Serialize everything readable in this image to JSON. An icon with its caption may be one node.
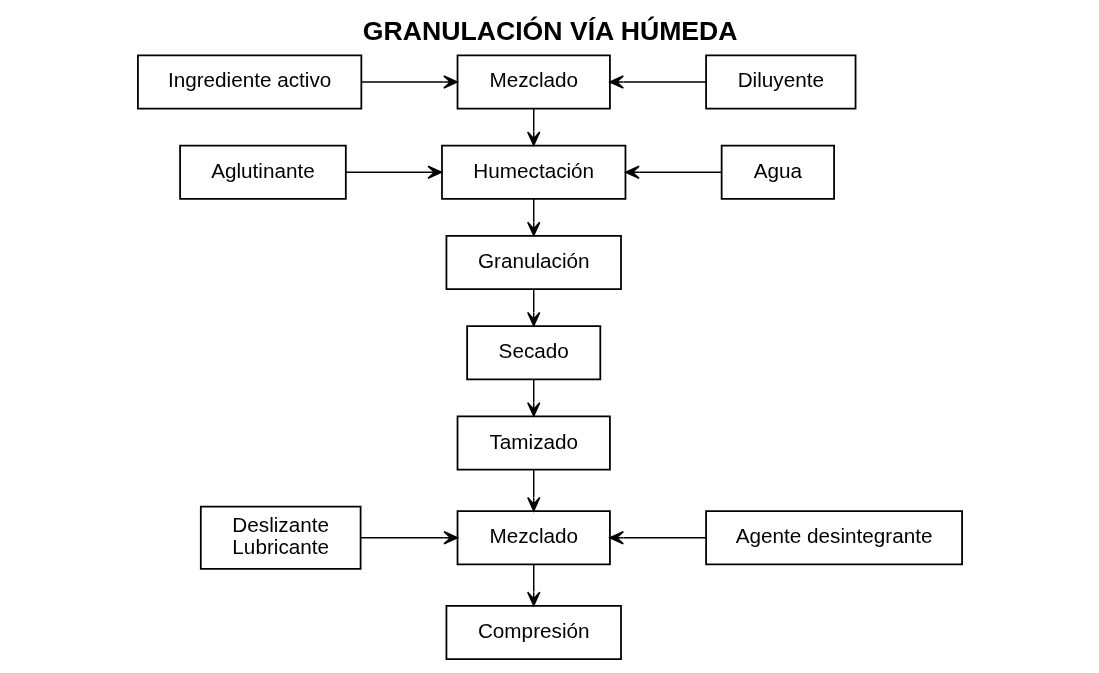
{
  "diagram": {
    "title": "GRANULACIÓN VÍA HÚMEDA",
    "nodes": [
      {
        "text": [
          "Ingrediente activo"
        ]
      },
      {
        "text": [
          "Mezclado"
        ]
      },
      {
        "text": [
          "Diluyente"
        ]
      },
      {
        "text": [
          "Aglutinante"
        ]
      },
      {
        "text": [
          "Humectación"
        ]
      },
      {
        "text": [
          "Agua"
        ]
      },
      {
        "text": [
          "Granulación"
        ]
      },
      {
        "text": [
          "Secado"
        ]
      },
      {
        "text": [
          "Tamizado"
        ]
      },
      {
        "text": [
          "Deslizante",
          "Lubricante"
        ]
      },
      {
        "text": [
          "Mezclado"
        ]
      },
      {
        "text": [
          "Agente desintegrante"
        ]
      },
      {
        "text": [
          "Compresión"
        ]
      }
    ],
    "edges": [
      {
        "from": 0,
        "to": 1,
        "arrow": "to"
      },
      {
        "from": 2,
        "to": 1,
        "arrow": "to"
      },
      {
        "from": 1,
        "to": 4,
        "arrow": "to"
      },
      {
        "from": 3,
        "to": 4,
        "arrow": "to"
      },
      {
        "from": 5,
        "to": 4,
        "arrow": "to"
      },
      {
        "from": 4,
        "to": 6,
        "arrow": "to"
      },
      {
        "from": 6,
        "to": 7,
        "arrow": "to"
      },
      {
        "from": 7,
        "to": 8,
        "arrow": "to"
      },
      {
        "from": 8,
        "to": 10,
        "arrow": "to"
      },
      {
        "from": 9,
        "to": 10,
        "arrow": "to"
      },
      {
        "from": 11,
        "to": 10,
        "arrow": "to"
      },
      {
        "from": 10,
        "to": 12,
        "arrow": "to"
      }
    ]
  }
}
